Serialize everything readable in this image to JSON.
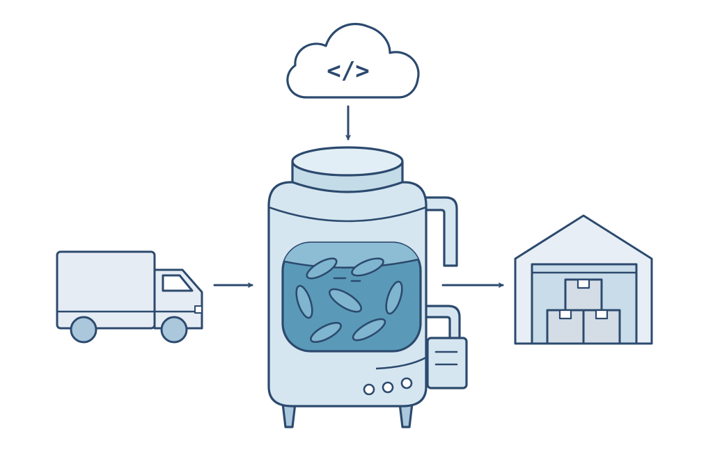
{
  "diagram": {
    "nodes": [
      {
        "id": "truck",
        "icon": "delivery-truck-icon"
      },
      {
        "id": "cloud",
        "icon": "cloud-code-icon",
        "glyph": "</>"
      },
      {
        "id": "tank",
        "icon": "bioreactor-tank-icon"
      },
      {
        "id": "warehouse",
        "icon": "warehouse-icon"
      }
    ],
    "edges": [
      {
        "from": "truck",
        "to": "tank"
      },
      {
        "from": "cloud",
        "to": "tank"
      },
      {
        "from": "tank",
        "to": "warehouse"
      }
    ]
  },
  "colors": {
    "stroke": "#2c4a6e",
    "fill_light": "#dde8f1",
    "fill_tank": "#d6e6f0",
    "fill_liquid": "#5a9ab8",
    "fill_particle": "#7fb5cf",
    "fill_truck": "#e6ecf4",
    "fill_wheel": "#aac7dc",
    "fill_box": "#d4dde6",
    "background": "#ffffff"
  }
}
